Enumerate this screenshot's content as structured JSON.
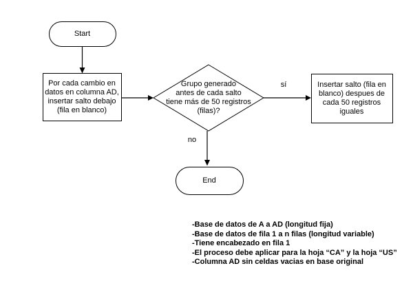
{
  "diagram": {
    "start": {
      "label": "Start"
    },
    "process": {
      "label": "Por cada cambio en\ndatos en columna AD,\ninsertar salto debajo\n(fila en blanco)"
    },
    "decision": {
      "label": "Grupo generado\nantes de cada salto\ntiene más de 50 registros\n(filas)?"
    },
    "yes_action": {
      "label": "Insertar salto (fila en\nblanco) despues de\ncada 50 registros\niguales"
    },
    "end": {
      "label": "End"
    },
    "edge_labels": {
      "yes": "sí",
      "no": "no"
    },
    "colors": {
      "stroke": "#000000",
      "shape_fill": "#ffffff",
      "text": "#000000",
      "background": "#ffffff"
    }
  },
  "notes": {
    "lines": [
      "-Base de datos de A a AD (longitud fija)",
      "-Base de datos de fila 1 a n filas (longitud variable)",
      "-Tiene encabezado en fila 1",
      "-El proceso debe aplicar para la hoja “CA” y la hoja “US”",
      "-Columna AD sin celdas vacias en base original"
    ]
  }
}
